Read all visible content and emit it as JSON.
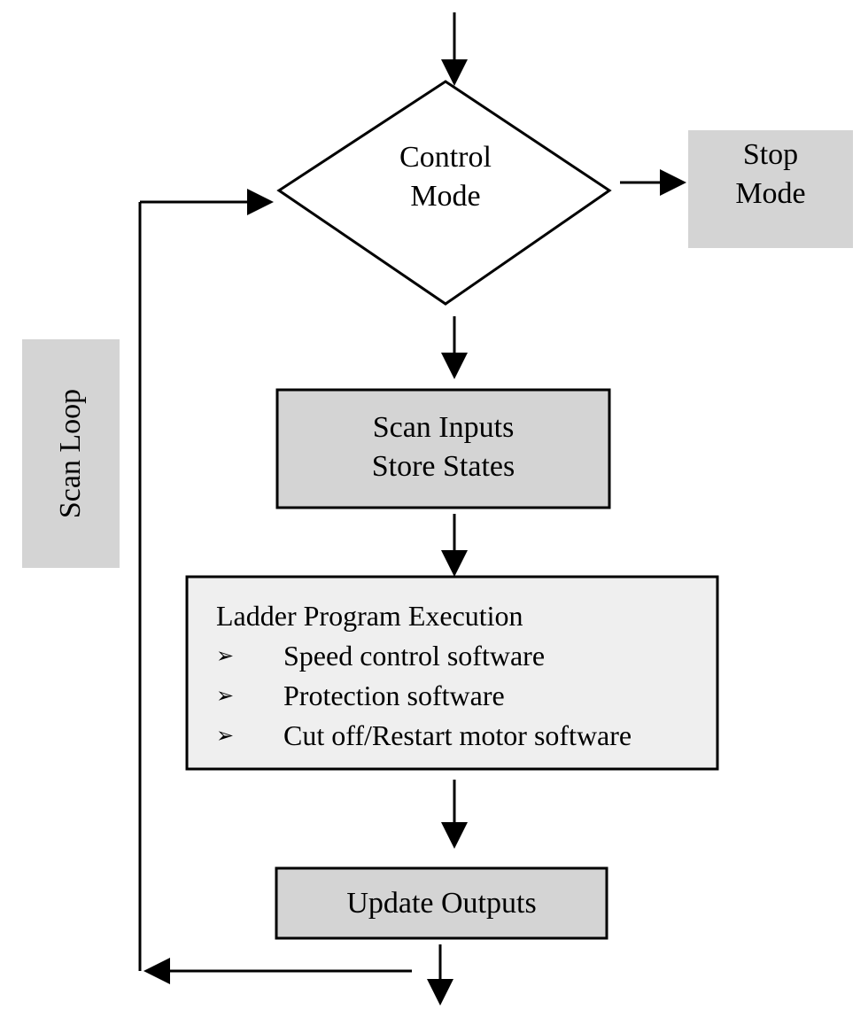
{
  "colors": {
    "line": "#000000",
    "fill_gray": "#d4d4d4",
    "fill_light": "#efefef",
    "background": "#ffffff"
  },
  "nodes": {
    "control_mode": {
      "line1": "Control",
      "line2": "Mode"
    },
    "stop_mode": {
      "line1": "Stop",
      "line2": "Mode"
    },
    "scan_inputs": {
      "line1": "Scan Inputs",
      "line2": "Store States"
    },
    "ladder": {
      "title": "Ladder Program Execution",
      "items": [
        "Speed control software",
        "Protection software",
        "Cut off/Restart motor software"
      ]
    },
    "update_outputs": {
      "label": "Update Outputs"
    }
  },
  "loop_label": "Scan Loop",
  "bullet_glyph": "➢"
}
